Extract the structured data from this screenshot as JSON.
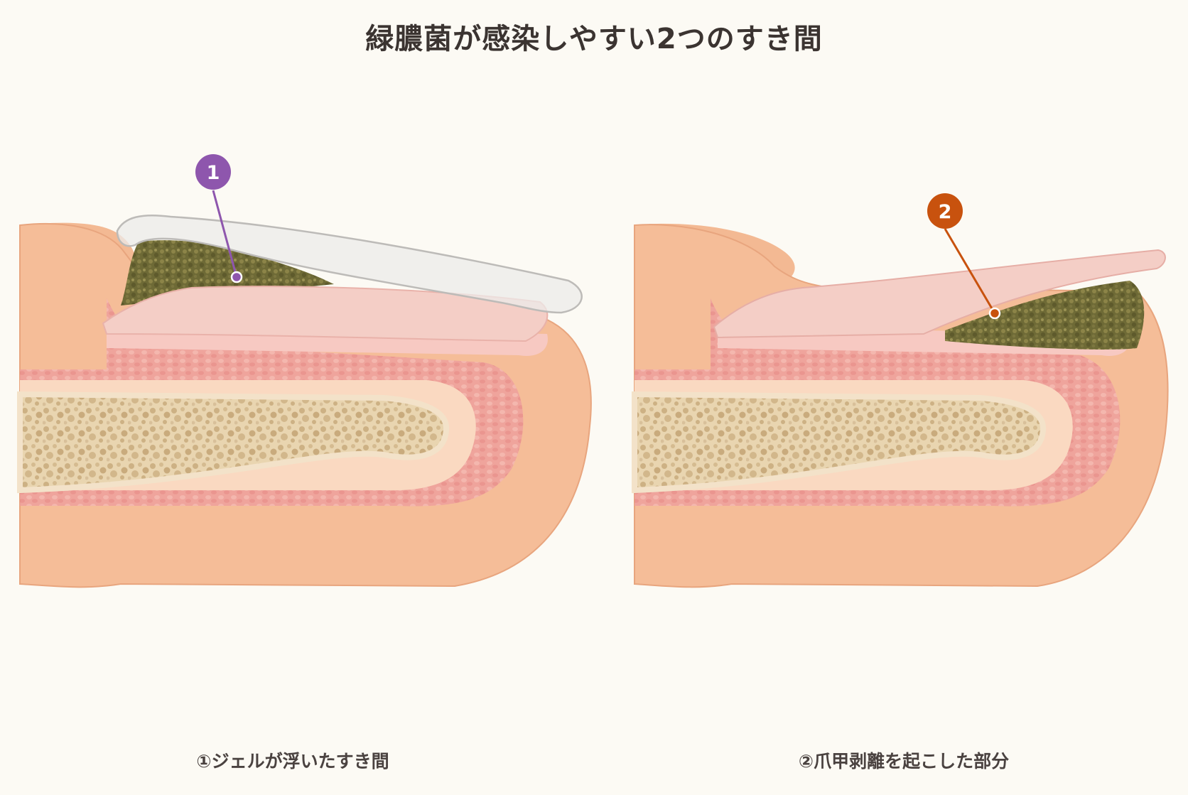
{
  "title": "緑膿菌が感染しやすい2つのすき間",
  "panels": [
    {
      "marker": "1",
      "caption": "①ジェルが浮いたすき間",
      "marker_color": "#8e56ad"
    },
    {
      "marker": "2",
      "caption": "②爪甲剥離を起こした部分",
      "marker_color": "#c8520e"
    }
  ],
  "colors": {
    "skin": "#f5bd98",
    "skin_light": "#fad8bf",
    "dermis_pink": "#ee9d9c",
    "nail_bed": "#f6c3bd",
    "nail_plate": "#f4cec6",
    "bone": "#e6cfa8",
    "bacteria": "#6f6a35",
    "gel": "#ecebea"
  }
}
